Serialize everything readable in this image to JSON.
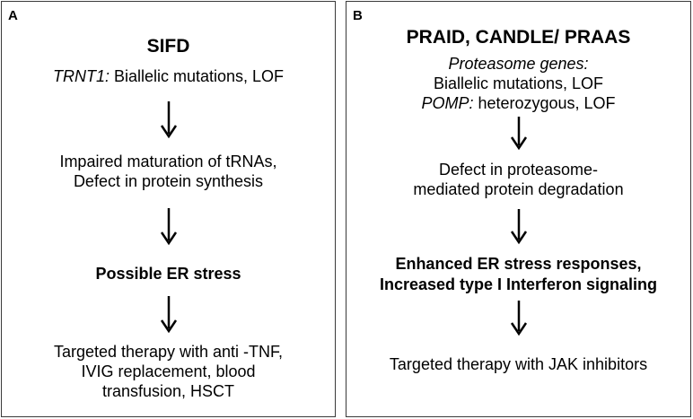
{
  "panel_a": {
    "letter": "A",
    "title": "SIFD",
    "gene_name": "TRNT1:",
    "gene_text": " Biallelic mutations, LOF",
    "step1": [
      "Impaired maturation of tRNAs,",
      "Defect in protein synthesis"
    ],
    "step2": "Possible ER stress",
    "step3": [
      "Targeted therapy with anti -TNF,",
      "IVIG replacement, blood",
      "transfusion, HSCT"
    ]
  },
  "panel_b": {
    "letter": "B",
    "title": "PRAID, CANDLE/ PRAAS",
    "gene1_name": "Proteasome genes:",
    "gene1_text": "Biallelic mutations, LOF",
    "gene2_name": "POMP:",
    "gene2_text": " heterozygous, LOF",
    "step1": [
      "Defect in proteasome-",
      "mediated protein degradation"
    ],
    "step2": [
      "Enhanced ER stress responses,",
      "Increased type I Interferon signaling"
    ],
    "step3": "Targeted therapy with JAK inhibitors"
  }
}
